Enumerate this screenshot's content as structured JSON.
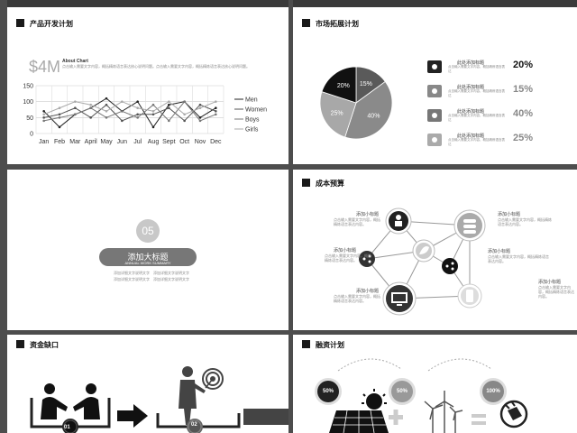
{
  "slide1": {
    "title": "产品开发计划",
    "big_value": "$4M",
    "about_title": "About Chart",
    "about_text": "点击输入需要文字内容，概括精炼语言表达核心说明问题。点击输入需要文字内容，概括精炼语言表达核心说明问题。",
    "chart_data": {
      "type": "line",
      "categories": [
        "Jan",
        "Feb",
        "Mar",
        "April",
        "May",
        "Jun",
        "Jul",
        "Aug",
        "Sept",
        "Oct",
        "Nov",
        "Dec"
      ],
      "ylim": [
        0,
        150
      ],
      "yticks": [
        "150",
        "100",
        "50",
        "0"
      ],
      "series": [
        {
          "name": "Men",
          "color": "#222222",
          "values": [
            70,
            20,
            60,
            80,
            110,
            70,
            100,
            20,
            90,
            100,
            50,
            80
          ]
        },
        {
          "name": "Women",
          "color": "#555555",
          "values": [
            50,
            60,
            80,
            50,
            90,
            40,
            60,
            60,
            80,
            40,
            90,
            70
          ]
        },
        {
          "name": "Boys",
          "color": "#777777",
          "values": [
            40,
            50,
            60,
            80,
            50,
            70,
            50,
            90,
            40,
            100,
            40,
            60
          ]
        },
        {
          "name": "Girls",
          "color": "#aaaaaa",
          "values": [
            60,
            80,
            100,
            90,
            70,
            100,
            80,
            70,
            100,
            60,
            80,
            100
          ]
        }
      ]
    }
  },
  "slide2": {
    "title": "市场拓展计划",
    "pie": [
      {
        "label": "15%",
        "value": 15,
        "color": "#5a5a5a"
      },
      {
        "label": "40%",
        "value": 40,
        "color": "#8a8a8a"
      },
      {
        "label": "25%",
        "value": 25,
        "color": "#a8a8a8"
      },
      {
        "label": "20%",
        "value": 20,
        "color": "#111111"
      }
    ],
    "items": [
      {
        "title": "此处添加标题",
        "text": "点击输入需要文字内容，概括精炼语言表达",
        "pct": "20%"
      },
      {
        "title": "此处添加标题",
        "text": "点击输入需要文字内容，概括精炼语言表达",
        "pct": "15%"
      },
      {
        "title": "此处添加标题",
        "text": "点击输入需要文字内容，概括精炼语言表达",
        "pct": "40%"
      },
      {
        "title": "此处添加标题",
        "text": "点击输入需要文字内容，概括精炼语言表达",
        "pct": "25%"
      }
    ]
  },
  "slide3": {
    "number": "05",
    "button": "添加大标题",
    "subtitle": "ANNUAL WORK SUMMARY",
    "notes": [
      "添加详细文字说明文字",
      "添加详细文字说明文字",
      "添加详细文字说明文字",
      "添加详细文字说明文字"
    ]
  },
  "slide4": {
    "title": "成本预算",
    "left_items": [
      {
        "title": "添加小标题",
        "text": "点击输入需要文字内容，概括精炼语言表达内容。"
      },
      {
        "title": "添加小标题",
        "text": "点击输入需要文字内容，概括精炼语言表达内容。"
      },
      {
        "title": "添加小标题",
        "text": "点击输入需要文字内容，概括精炼语言表达内容。"
      }
    ],
    "right_items": [
      {
        "title": "添加小标题",
        "text": "点击输入需要文字内容，概括精炼语言表达内容。"
      },
      {
        "title": "添加小标题",
        "text": "点击输入需要文字内容，概括精炼语言表达内容。"
      },
      {
        "title": "添加小标题",
        "text": "点击输入需要文字内容，概括精炼语言表达内容。"
      }
    ]
  },
  "slide5": {
    "title": "资金缺口",
    "steps": [
      "01",
      "02"
    ]
  },
  "slide6": {
    "title": "融资计划",
    "circles": [
      "50%",
      "50%",
      "100%"
    ]
  }
}
